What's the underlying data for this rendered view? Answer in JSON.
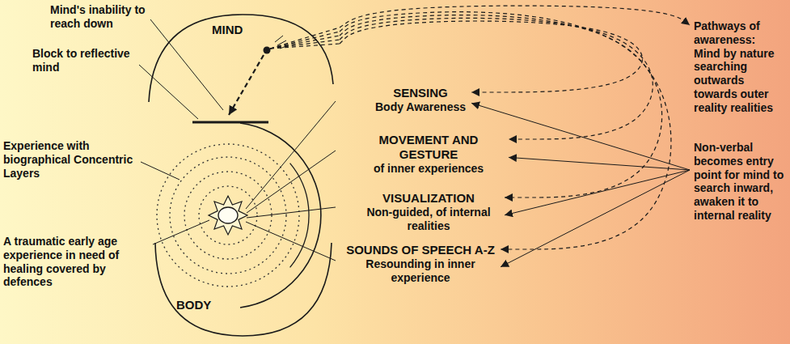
{
  "diagram": {
    "nodes": [
      {
        "text": [
          "MIND"
        ]
      },
      {
        "text": [
          "BODY"
        ]
      },
      {
        "text": [
          "SENSING",
          "Body Awareness"
        ]
      },
      {
        "text": [
          "MOVEMENT AND GESTURE",
          "of inner experiences"
        ]
      },
      {
        "text": [
          "VISUALIZATION",
          "Non-guided, of internal realities"
        ]
      },
      {
        "text": [
          "SOUNDS OF SPEECH A-Z",
          "Resounding in inner experience"
        ]
      },
      {
        "text": [
          "Pathways of awareness: Mind by nature searching outwards towards outer reality realities"
        ]
      },
      {
        "text": [
          "Non-verbal becomes entry point for mind to search inward, awaken it to internal reality"
        ]
      }
    ],
    "edges": [
      {
        "from": 0,
        "to": 6,
        "arrow": "to"
      },
      {
        "from": 0,
        "to": 2,
        "arrow": "to"
      },
      {
        "from": 0,
        "to": 3,
        "arrow": "to"
      },
      {
        "from": 0,
        "to": 4,
        "arrow": "to"
      },
      {
        "from": 0,
        "to": 5,
        "arrow": "to"
      },
      {
        "from": 7,
        "to": 2,
        "arrow": "to"
      },
      {
        "from": 7,
        "to": 3,
        "arrow": "to"
      },
      {
        "from": 7,
        "to": 4,
        "arrow": "to"
      },
      {
        "from": 7,
        "to": 5,
        "arrow": "to"
      }
    ],
    "labels": [
      "Mind's inability to reach down",
      "Block to reflective mind",
      "Experience with biographical Concentric Layers",
      "A traumatic early age experience in need of healing covered by defences"
    ]
  }
}
